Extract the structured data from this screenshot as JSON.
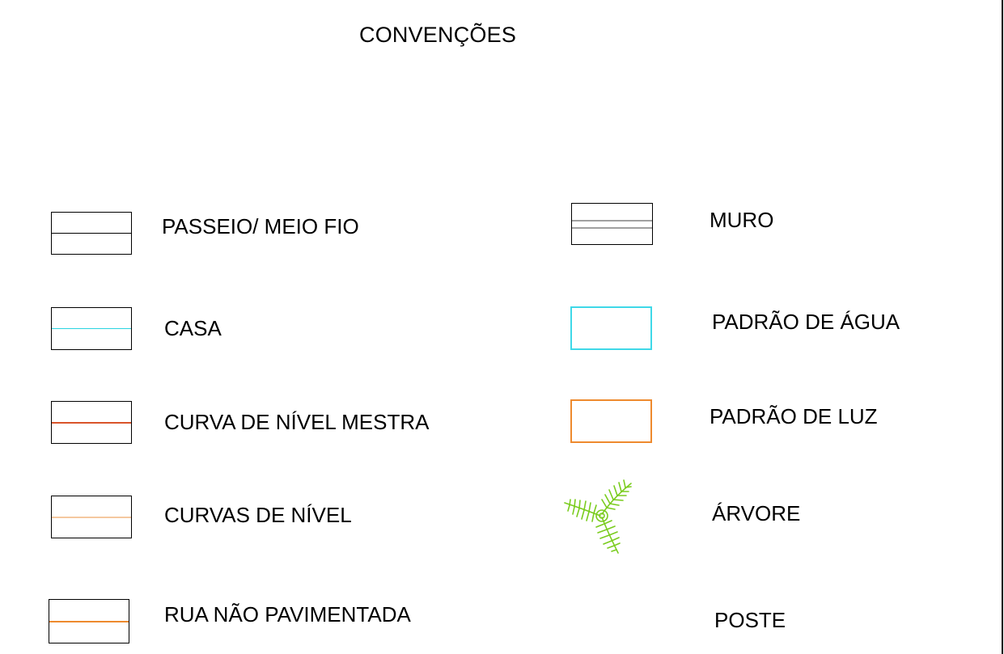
{
  "title": "CONVENÇÕES",
  "legend_left": [
    {
      "label": "PASSEIO/ MEIO FIO",
      "symbol": "box-split-line",
      "line_color": "#000000"
    },
    {
      "label": "CASA",
      "symbol": "box-split-line",
      "line_color": "#2ad4e0"
    },
    {
      "label": "CURVA DE NÍVEL MESTRA",
      "symbol": "box-split-line",
      "line_color": "#d9542a"
    },
    {
      "label": "CURVAS DE NÍVEL",
      "symbol": "box-split-line",
      "line_color": "#f5c8a0"
    },
    {
      "label": "RUA NÃO PAVIMENTADA",
      "symbol": "box-split-line",
      "line_color": "#ee8a2e"
    }
  ],
  "legend_right": [
    {
      "label": "MURO",
      "symbol": "box-double-gray-line",
      "line_color": "#a0a0a0"
    },
    {
      "label": "PADRÃO DE ÁGUA",
      "symbol": "outline-box",
      "line_color": "#3fd8e8"
    },
    {
      "label": "PADRÃO DE LUZ",
      "symbol": "outline-box",
      "line_color": "#ee8a2e"
    },
    {
      "label": "ÁRVORE",
      "symbol": "tree-icon",
      "line_color": "#7acc1e"
    },
    {
      "label": "POSTE",
      "symbol": "none",
      "line_color": ""
    }
  ]
}
